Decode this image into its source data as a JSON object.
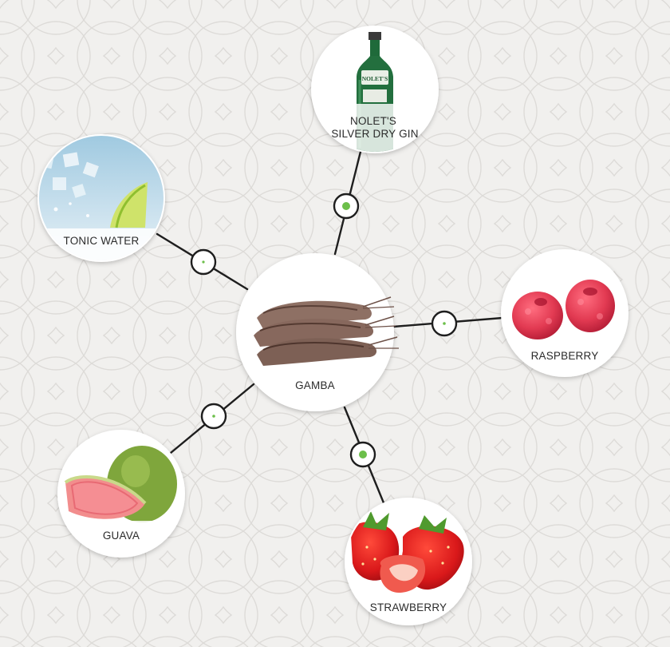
{
  "center": {
    "id": "gamba",
    "label": "GAMBA",
    "icon": "shrimp-icon"
  },
  "nodes": [
    {
      "id": "gin",
      "label_lines": [
        "NOLET'S",
        "SILVER DRY GIN"
      ],
      "icon": "gin-bottle-icon",
      "bottle_label": "NOLET'S",
      "connector_dot": "large"
    },
    {
      "id": "tonic-water",
      "label_lines": [
        "TONIC WATER"
      ],
      "icon": "tonic-glass-icon",
      "connector_dot": "small"
    },
    {
      "id": "raspberry",
      "label_lines": [
        "RASPBERRY"
      ],
      "icon": "raspberry-icon",
      "connector_dot": "small"
    },
    {
      "id": "guava",
      "label_lines": [
        "GUAVA"
      ],
      "icon": "guava-icon",
      "connector_dot": "small"
    },
    {
      "id": "strawberry",
      "label_lines": [
        "STRAWBERRY"
      ],
      "icon": "strawberry-icon",
      "connector_dot": "large"
    }
  ],
  "colors": {
    "background": "#f1f0ee",
    "pattern": "#dddbd8",
    "line": "#1e1e1e",
    "accent": "#6cbf4a",
    "node_fill": "#ffffff"
  }
}
